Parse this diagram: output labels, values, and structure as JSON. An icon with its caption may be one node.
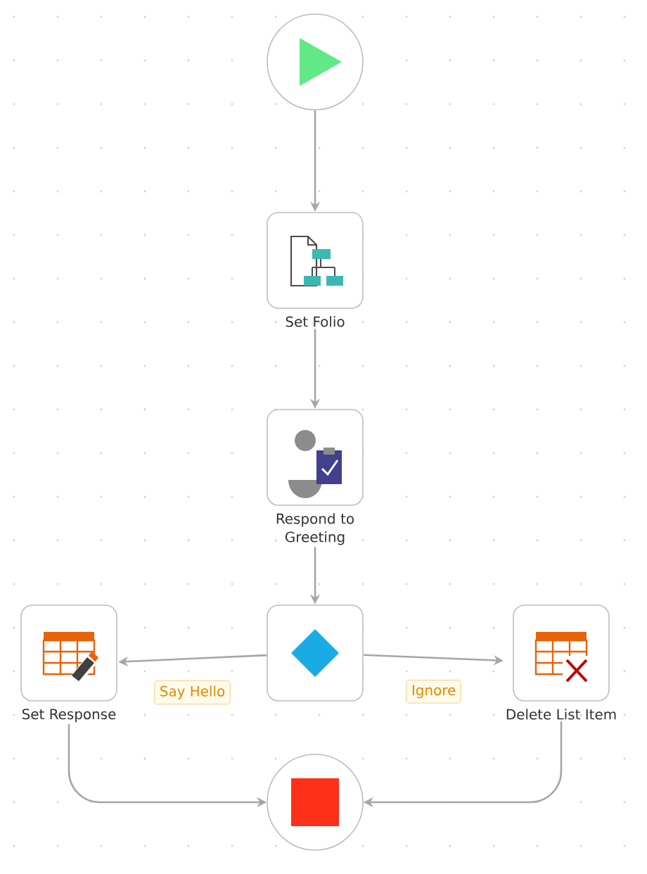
{
  "diagram": {
    "nodes": [
      {
        "text": [],
        "shape": "circle"
      },
      {
        "text": [
          "Set Folio"
        ]
      },
      {
        "text": [
          "Respond to Greeting"
        ]
      },
      {
        "text": [],
        "shape": "box"
      },
      {
        "text": [
          "Set Response"
        ]
      },
      {
        "text": [
          "Delete List Item"
        ]
      },
      {
        "text": [],
        "shape": "circle"
      }
    ],
    "edges": [
      {
        "from": 0,
        "to": 1,
        "arrow": "to"
      },
      {
        "from": 1,
        "to": 2,
        "arrow": "to"
      },
      {
        "from": 2,
        "to": 3,
        "arrow": "to"
      },
      {
        "from": 3,
        "to": 4,
        "arrow": "to",
        "label": "Say Hello"
      },
      {
        "from": 3,
        "to": 5,
        "arrow": "to",
        "label": "Ignore"
      },
      {
        "from": 4,
        "to": 6,
        "arrow": "to"
      },
      {
        "from": 5,
        "to": 6,
        "arrow": "to"
      }
    ]
  }
}
